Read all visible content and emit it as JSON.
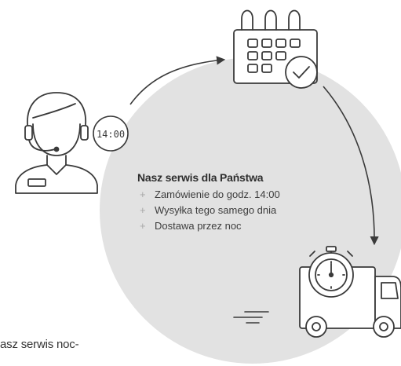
{
  "clock": {
    "time": "14:00"
  },
  "service": {
    "title": "Nasz serwis dla Państwa",
    "items": [
      "Zamówienie do godz. 14:00",
      "Wysyłka tego samego dnia",
      "Dostawa przez noc"
    ]
  },
  "footer": {
    "text": "asz serwis noc-"
  },
  "colors": {
    "circle": "#e2e2e2",
    "stroke": "#3a3a3a",
    "bullet": "#a8a8a8"
  }
}
